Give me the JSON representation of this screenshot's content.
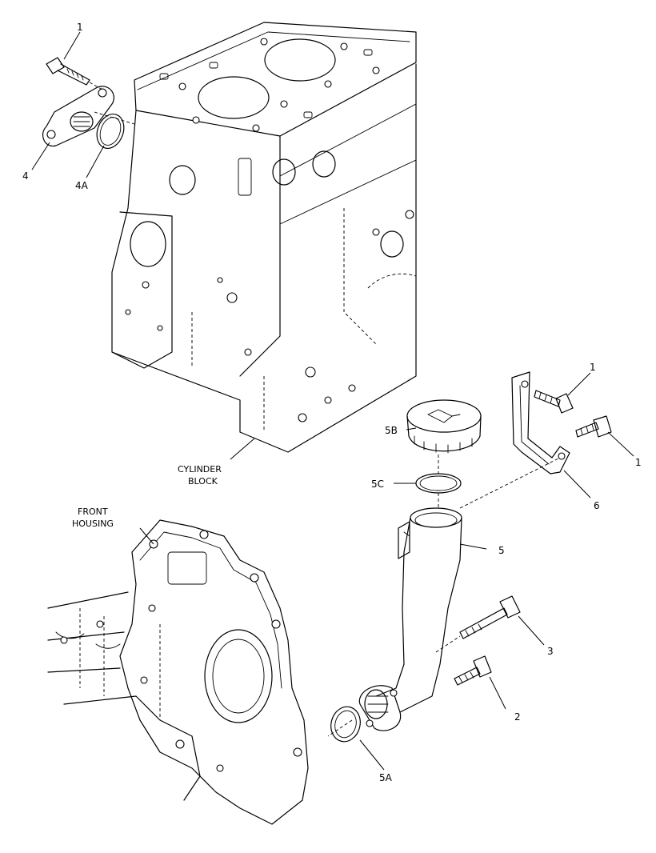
{
  "callouts": {
    "c1_top": "1",
    "c4": "4",
    "c4a": "4A",
    "c1_right_a": "1",
    "c1_right_b": "1",
    "c5b": "5B",
    "c5c": "5C",
    "c6": "6",
    "c5": "5",
    "c3": "3",
    "c2": "2",
    "c5a": "5A"
  },
  "captions": {
    "cylinder_block_line1": "CYLINDER",
    "cylinder_block_line2": "BLOCK",
    "front_housing_line1": "FRONT",
    "front_housing_line2": "HOUSING"
  }
}
